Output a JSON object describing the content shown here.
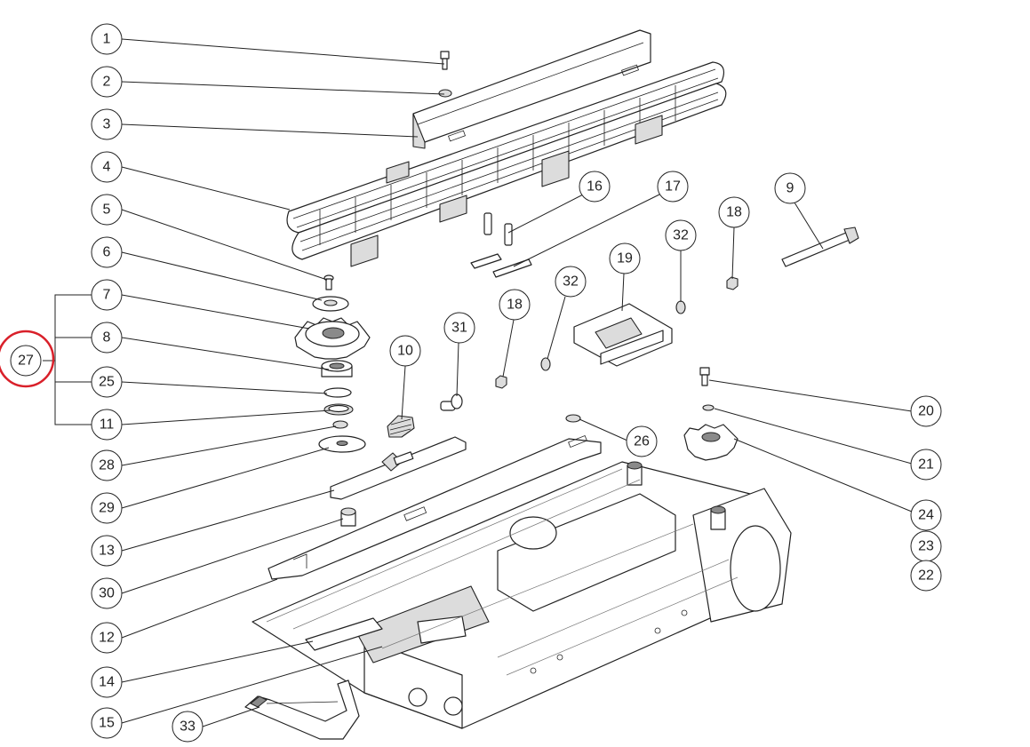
{
  "diagram": {
    "highlight_color": "#d9202a",
    "line_color": "#222222",
    "callouts": [
      {
        "id": "c1",
        "label": "1"
      },
      {
        "id": "c2",
        "label": "2"
      },
      {
        "id": "c3",
        "label": "3"
      },
      {
        "id": "c4",
        "label": "4"
      },
      {
        "id": "c5",
        "label": "5"
      },
      {
        "id": "c6",
        "label": "6"
      },
      {
        "id": "c7",
        "label": "7"
      },
      {
        "id": "c8",
        "label": "8"
      },
      {
        "id": "c25",
        "label": "25"
      },
      {
        "id": "c11",
        "label": "11"
      },
      {
        "id": "c28",
        "label": "28"
      },
      {
        "id": "c29",
        "label": "29"
      },
      {
        "id": "c13",
        "label": "13"
      },
      {
        "id": "c30",
        "label": "30"
      },
      {
        "id": "c12",
        "label": "12"
      },
      {
        "id": "c14",
        "label": "14"
      },
      {
        "id": "c15",
        "label": "15"
      },
      {
        "id": "c33",
        "label": "33"
      },
      {
        "id": "c27",
        "label": "27",
        "highlighted": true
      },
      {
        "id": "c16",
        "label": "16"
      },
      {
        "id": "c17",
        "label": "17"
      },
      {
        "id": "c18a",
        "label": "18"
      },
      {
        "id": "c9",
        "label": "9"
      },
      {
        "id": "c32a",
        "label": "32"
      },
      {
        "id": "c19",
        "label": "19"
      },
      {
        "id": "c32b",
        "label": "32"
      },
      {
        "id": "c18b",
        "label": "18"
      },
      {
        "id": "c31",
        "label": "31"
      },
      {
        "id": "c10",
        "label": "10"
      },
      {
        "id": "c26",
        "label": "26"
      },
      {
        "id": "c20",
        "label": "20"
      },
      {
        "id": "c21",
        "label": "21"
      },
      {
        "id": "c24",
        "label": "24"
      },
      {
        "id": "c23",
        "label": "23"
      },
      {
        "id": "c22",
        "label": "22"
      }
    ]
  }
}
